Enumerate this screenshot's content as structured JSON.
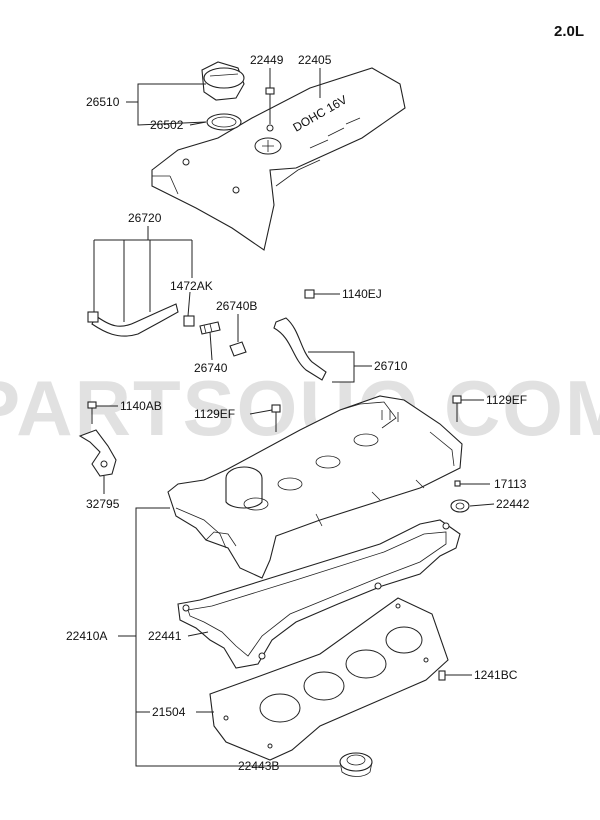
{
  "diagram": {
    "engine_label": "2.0L",
    "watermark": "PARTSOUQ.COM",
    "cover_text": "DOHC 16V",
    "parts": {
      "p22449": "22449",
      "p22405": "22405",
      "p26510": "26510",
      "p26502": "26502",
      "p26720": "26720",
      "p1472AK": "1472AK",
      "p1140EJ": "1140EJ",
      "p26740B": "26740B",
      "p26740": "26740",
      "p26710": "26710",
      "p1140AB": "1140AB",
      "p1129EF_left": "1129EF",
      "p1129EF_right": "1129EF",
      "p32795": "32795",
      "p17113": "17113",
      "p22442": "22442",
      "p22410A": "22410A",
      "p22441": "22441",
      "p1241BC": "1241BC",
      "p21504": "21504",
      "p22443B": "22443B"
    }
  }
}
